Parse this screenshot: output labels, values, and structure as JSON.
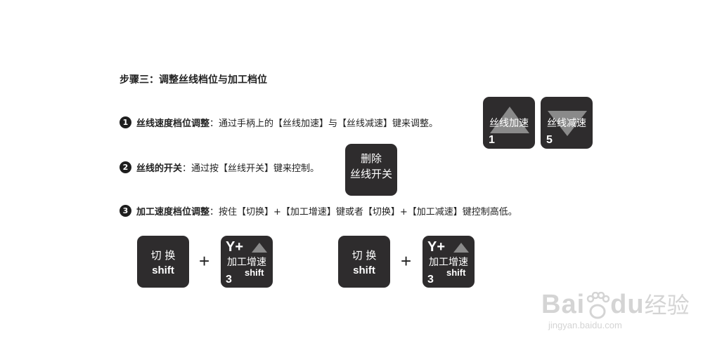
{
  "title": "步骤三：调整丝线档位与加工档位",
  "steps": [
    {
      "num": "1",
      "bold": "丝线速度档位调整",
      "text": "：通过手柄上的【丝线加速】与【丝线减速】键来调整。"
    },
    {
      "num": "2",
      "bold": "丝线的开关",
      "text": "：通过按【丝线开关】键来控制。"
    },
    {
      "num": "3",
      "bold": "加工速度档位调整",
      "text": "：按住【切换】+【加工增速】键或者【切换】+【加工减速】键控制高低。"
    }
  ],
  "keys": {
    "wire_speed_up": {
      "label": "丝线加速",
      "number": "1"
    },
    "wire_speed_down": {
      "label": "丝线减速",
      "number": "5"
    },
    "wire_toggle": {
      "line1": "删除",
      "line2": "丝线开关"
    },
    "switch_left": {
      "line1": "切  换",
      "line2": "shift"
    },
    "feed_up_left": {
      "top": "Y+",
      "label": "加工增速",
      "shift": "shift",
      "number": "3"
    },
    "switch_right": {
      "line1": "切  换",
      "line2": "shift"
    },
    "feed_up_right": {
      "top": "Y+",
      "label": "加工增速",
      "shift": "shift",
      "number": "3"
    }
  },
  "plus": "+",
  "watermark": {
    "logo": "Bai",
    "logo2": "du",
    "cn": "经验",
    "url": "jingyan.baidu.com"
  },
  "colors": {
    "key_bg": "#2e2c2d",
    "triangle": "#8a8a8a",
    "text": "#222222",
    "watermark": "#d4d4d4"
  },
  "icons": {
    "triangle_up": "triangle-up-icon",
    "triangle_down": "triangle-down-icon",
    "paw": "paw-icon"
  }
}
